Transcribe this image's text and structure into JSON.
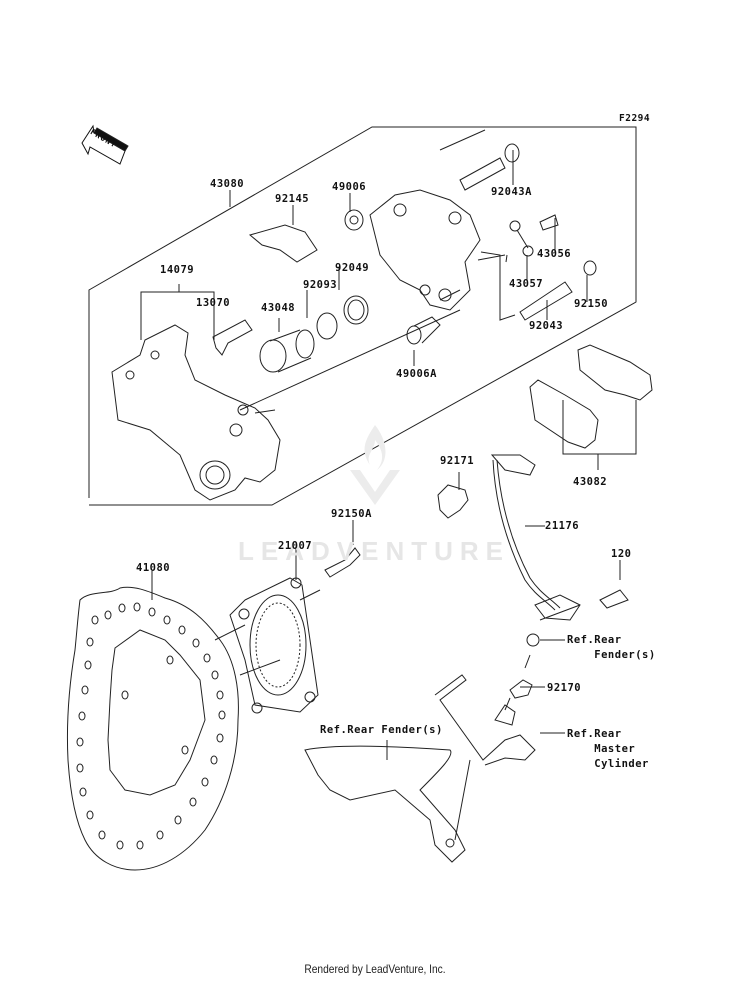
{
  "diagram": {
    "figure_code": "F2294",
    "front_indicator": "FRONT",
    "watermark": "LEADVENTURE",
    "footer": "Rendered by LeadVenture, Inc.",
    "parts": [
      {
        "id": "43080",
        "name": "caliper-assembly"
      },
      {
        "id": "92145",
        "name": "spring"
      },
      {
        "id": "49006",
        "name": "boot"
      },
      {
        "id": "92043A",
        "name": "pin"
      },
      {
        "id": "43056",
        "name": "bleeder-valve"
      },
      {
        "id": "43057",
        "name": "cap"
      },
      {
        "id": "14079",
        "name": "bracket"
      },
      {
        "id": "13070",
        "name": "pad-spring"
      },
      {
        "id": "43048",
        "name": "piston"
      },
      {
        "id": "92093",
        "name": "seal"
      },
      {
        "id": "92049",
        "name": "oil-seal"
      },
      {
        "id": "92043",
        "name": "pin"
      },
      {
        "id": "92150",
        "name": "cap"
      },
      {
        "id": "49006A",
        "name": "boot"
      },
      {
        "id": "43082",
        "name": "brake-pad-set"
      },
      {
        "id": "92171",
        "name": "clamp"
      },
      {
        "id": "21176",
        "name": "abs-sensor"
      },
      {
        "id": "92150A",
        "name": "bolt"
      },
      {
        "id": "21007",
        "name": "abs-rotor"
      },
      {
        "id": "120",
        "name": "bolt"
      },
      {
        "id": "41080",
        "name": "brake-disc"
      },
      {
        "id": "92170",
        "name": "clamp"
      }
    ],
    "references": {
      "rear_fender_1": "Ref.Rear\n    Fender(s)",
      "rear_fender_2": "Ref.Rear Fender(s)",
      "rear_master_cylinder": "Ref.Rear\n    Master\n    Cylinder"
    }
  }
}
